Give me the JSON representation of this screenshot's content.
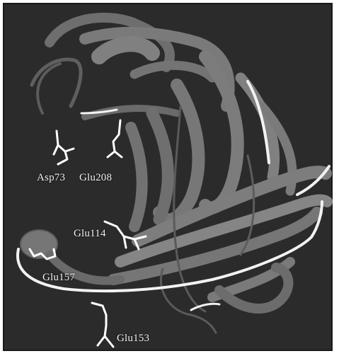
{
  "labels": {
    "asp73": "Asp73",
    "glu208": "Glu208",
    "glu114": "Glu114",
    "glu157": "Glu157",
    "glu153": "Glu153"
  },
  "colors": {
    "background": "#2b2b2b",
    "ribbon": "#7b7b7b",
    "ribbon_dark": "#555555",
    "ribbon_light": "#9a9a9a",
    "highlight": "#f4f4f4"
  }
}
